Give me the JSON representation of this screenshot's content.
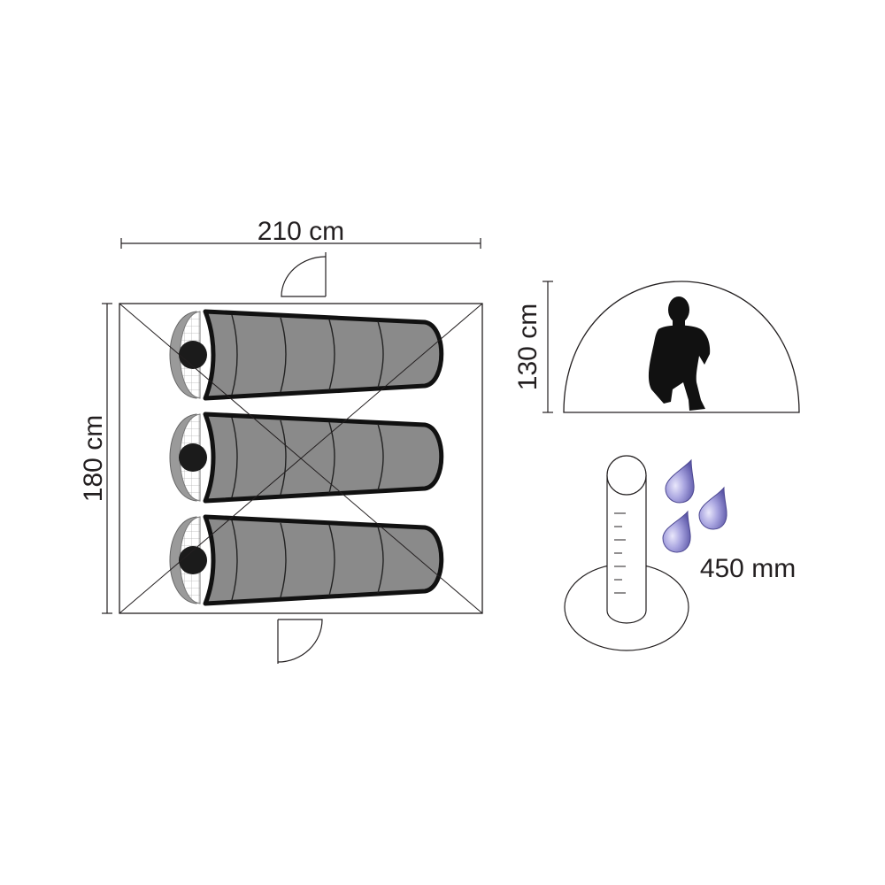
{
  "labels": {
    "width": "210 cm",
    "depth": "180 cm",
    "height": "130 cm",
    "water_column": "450 mm"
  },
  "sleeping_bag_count": 3,
  "colors": {
    "ink": "#231f20",
    "bag_fill": "#8a8a8a",
    "bag_edge": "#111111",
    "hood_grey": "#9a9a9a",
    "drop_light": "#c9c6ee",
    "drop_dark": "#6c67b5"
  }
}
